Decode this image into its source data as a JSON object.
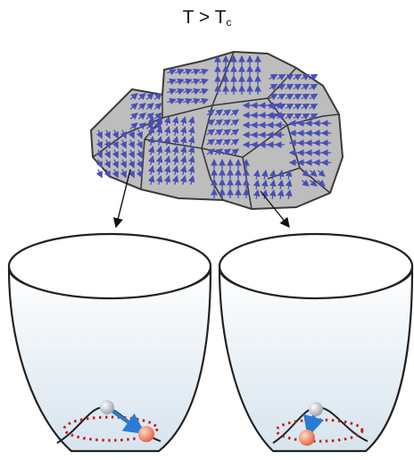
{
  "title": {
    "symbol": "T",
    "relation": ">",
    "critical": "T",
    "critical_sub": "c"
  },
  "domain_map": {
    "fill": "#bdbdbd",
    "border": "#3a3a3a",
    "arrow_color": "#4a4fb5"
  },
  "bowls": [
    {
      "name": "left-bowl",
      "tilt": "right",
      "ball_top_color": "#c9ccd6",
      "ball_bottom_color": "#f08a6a"
    },
    {
      "name": "right-bowl",
      "tilt": "left",
      "ball_top_color": "#c9ccd6",
      "ball_bottom_color": "#f08a6a"
    }
  ],
  "colors": {
    "bowl_stroke": "#222222",
    "bowl_fill_top": "#ffffff",
    "bowl_fill_bottom": "#d6e4ee",
    "dotted_ring": "#c0201b",
    "link": "#2a7bd6"
  }
}
